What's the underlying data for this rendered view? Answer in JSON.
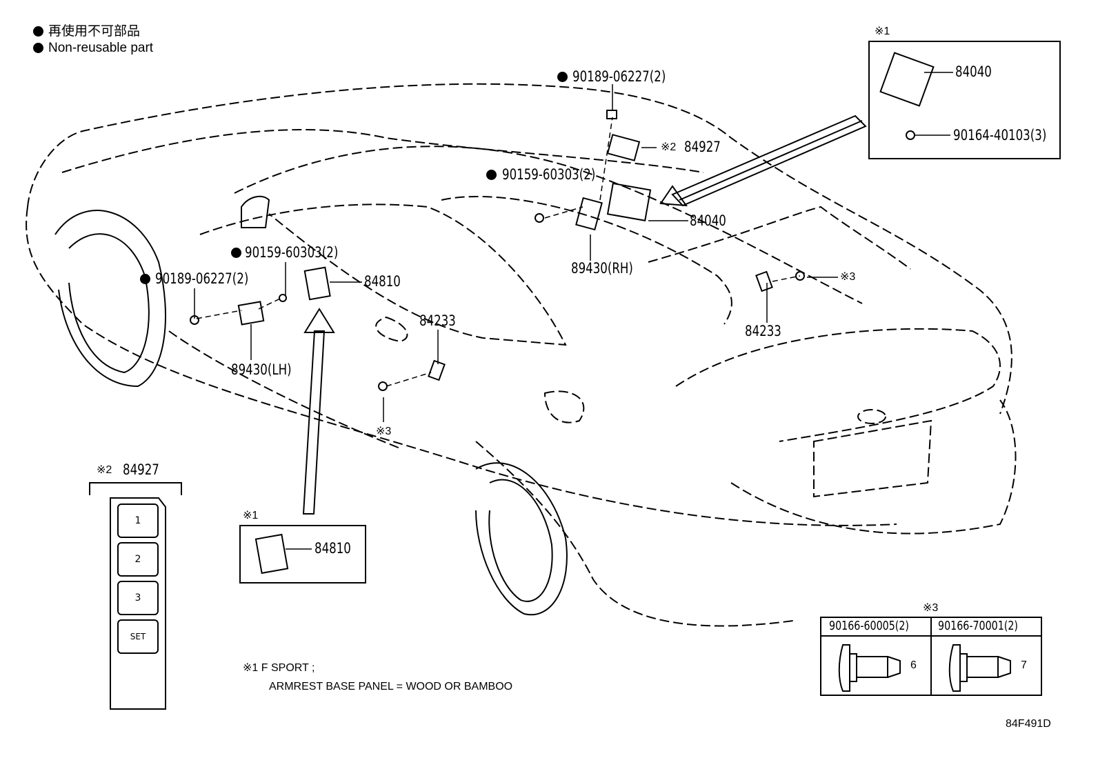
{
  "legend": {
    "jp": "再使用不可部品",
    "en": "Non-reusable part",
    "marker": "black-dot"
  },
  "callouts": {
    "clip_rh": "90189-06227(2)",
    "switch_84927": "84927",
    "ref2": "※2",
    "bolt_rh": "90159-60303(2)",
    "switch_84040": "84040",
    "sensor_rh": "89430(RH)",
    "ref3_rh": "※3",
    "lamp_rh": "84233",
    "bolt_lh": "90159-60303(2)",
    "clip_lh": "90189-06227(2)",
    "switch_84810": "84810",
    "lamp_lh": "84233",
    "sensor_lh": "89430(LH)",
    "ref3_lh": "※3"
  },
  "inset_top_right": {
    "ref": "※1",
    "part": "84040",
    "screw": "90164-40103(3)"
  },
  "inset_switch_panel": {
    "ref": "※2",
    "part": "84927",
    "buttons": [
      "1",
      "2",
      "3",
      "SET"
    ]
  },
  "inset_84810": {
    "ref": "※1",
    "part": "84810"
  },
  "footnote": {
    "line1": "※1 F SPORT ;",
    "line2": "ARMREST BASE PANEL = WOOD OR BAMBOO"
  },
  "clip_table": {
    "ref": "※3",
    "columns": [
      {
        "part": "90166-60005(2)",
        "dimension": "6"
      },
      {
        "part": "90166-70001(2)",
        "dimension": "7"
      }
    ]
  },
  "diagram_code": "84F491D"
}
